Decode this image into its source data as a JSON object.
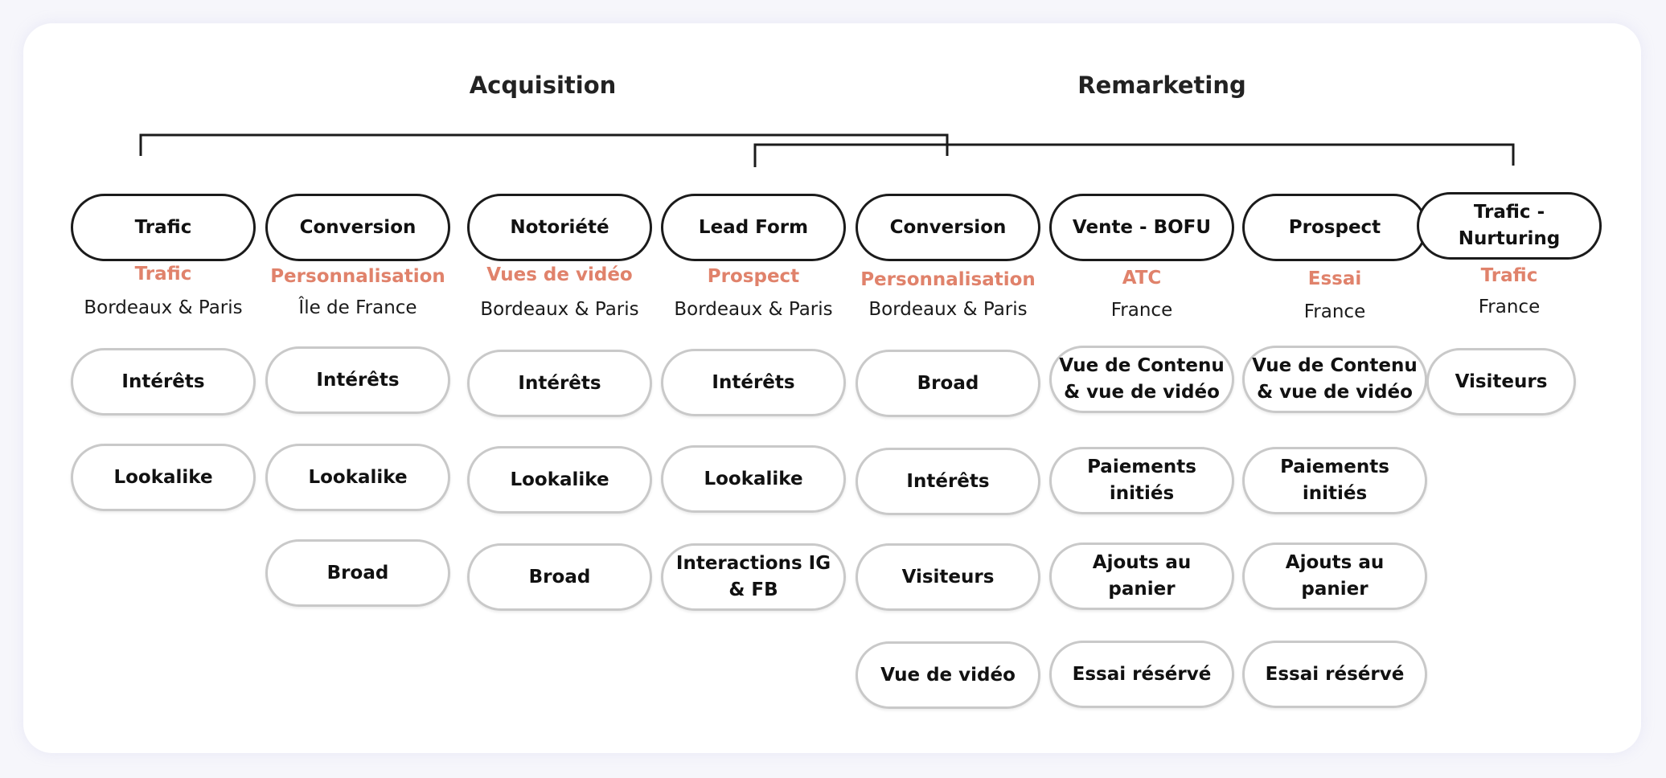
{
  "sections": [
    {
      "label": "Acquisition"
    },
    {
      "label": "Remarketing"
    }
  ],
  "colors": {
    "objective": "#e0826b",
    "header_border": "#1b1b1b",
    "audience_border": "#c9c9c9",
    "connector": "#1b1b1b"
  },
  "columns": [
    {
      "section": "Acquisition",
      "header": "Trafic",
      "objective": "Trafic",
      "location": "Bordeaux & Paris",
      "audiences": [
        "Intérêts",
        "Lookalike"
      ]
    },
    {
      "section": "Acquisition",
      "header": "Conversion",
      "objective": "Personnalisation",
      "location": "Île de France",
      "audiences": [
        "Intérêts",
        "Lookalike",
        "Broad"
      ]
    },
    {
      "section": "Acquisition",
      "header": "Notoriété",
      "objective": "Vues de vidéo",
      "location": "Bordeaux & Paris",
      "audiences": [
        "Intérêts",
        "Lookalike",
        "Broad"
      ]
    },
    {
      "section": "Acquisition",
      "header": "Lead Form",
      "objective": "Prospect",
      "location": "Bordeaux & Paris",
      "audiences": [
        "Intérêts",
        "Lookalike",
        "Interactions IG & FB"
      ]
    },
    {
      "section": "Remarketing",
      "header": "Conversion",
      "objective": "Personnalisation",
      "location": "Bordeaux & Paris",
      "audiences": [
        "Broad",
        "Intérêts",
        "Visiteurs",
        "Vue de vidéo"
      ]
    },
    {
      "section": "Remarketing",
      "header": "Vente - BOFU",
      "objective": "ATC",
      "location": "France",
      "audiences": [
        "Vue de Contenu & vue de vidéo",
        "Paiements initiés",
        "Ajouts au panier",
        "Essai résérvé"
      ]
    },
    {
      "section": "Remarketing",
      "header": "Prospect",
      "objective": "Essai",
      "location": "France",
      "audiences": [
        "Vue de Contenu & vue de vidéo",
        "Paiements initiés",
        "Ajouts au panier",
        "Essai résérvé"
      ]
    },
    {
      "section": "Remarketing",
      "header": "Trafic - Nurturing",
      "objective": "Trafic",
      "location": "France",
      "audiences": [
        "Visiteurs"
      ]
    }
  ]
}
